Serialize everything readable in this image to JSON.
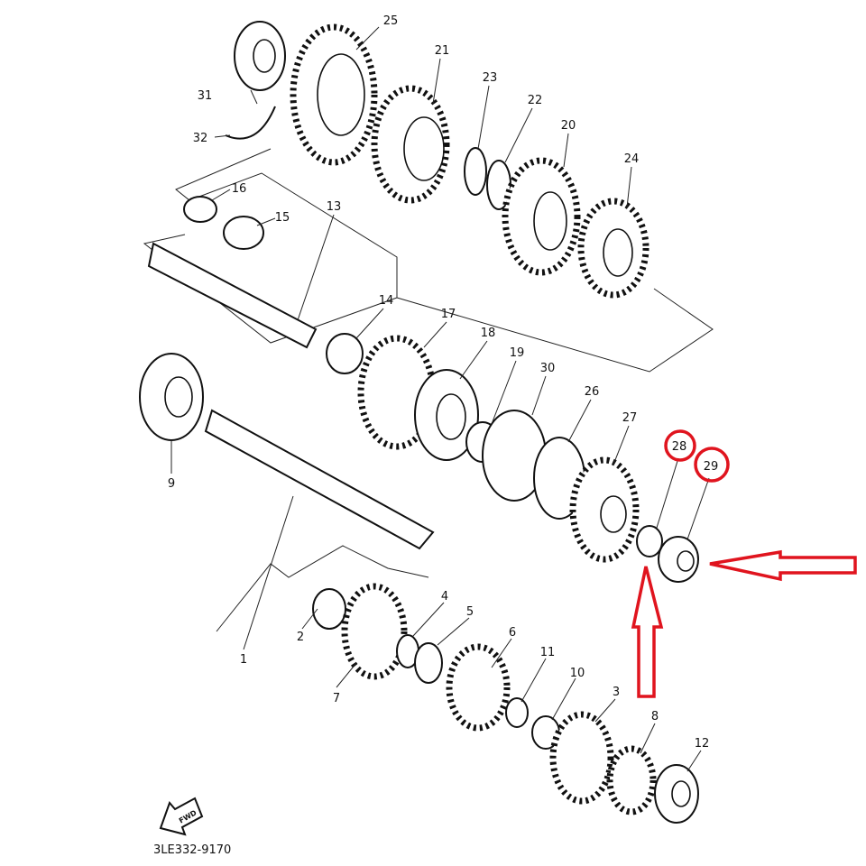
{
  "diagram": {
    "part_numbers": [
      "1",
      "2",
      "3",
      "4",
      "5",
      "6",
      "7",
      "8",
      "9",
      "10",
      "11",
      "12",
      "13",
      "14",
      "15",
      "16",
      "17",
      "18",
      "19",
      "20",
      "21",
      "22",
      "23",
      "24",
      "25",
      "26",
      "27",
      "28",
      "29",
      "30",
      "31",
      "32"
    ],
    "highlighted_parts": [
      "28",
      "29"
    ],
    "highlight_color": "#e0141e",
    "fwd_label": "FWD",
    "drawing_code": "3LE332-9170"
  }
}
